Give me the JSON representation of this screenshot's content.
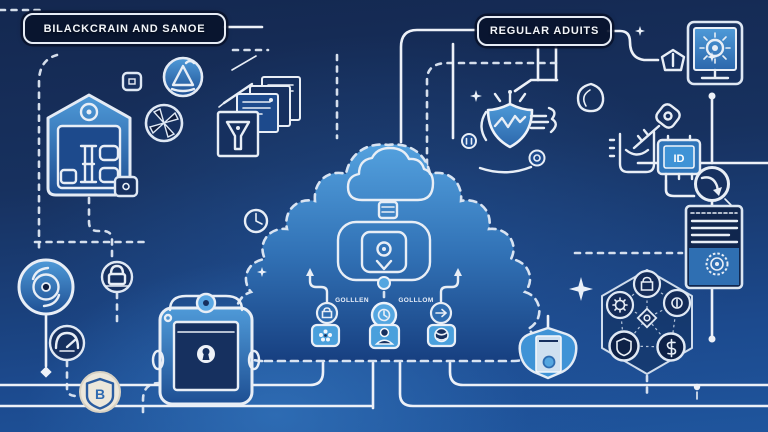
{
  "palette": {
    "background_top": "#142850",
    "background_bottom": "#1f559d",
    "line_white": "#edf1f8",
    "accent_blue": "#4aa0dc",
    "panel_navy": "#0e1c3d",
    "cloud_fill_top": "#4f9cda",
    "cloud_fill_bottom": "#1a4485",
    "badge_cream": "#ece7db"
  },
  "boxes": {
    "left_label": "BILACKCRAIN AND SANOE",
    "right_label": "REGULAR ADUITS"
  },
  "cloud": {
    "label_left": "GOLLLEN",
    "label_right": "GOLLLOM"
  },
  "chips": {
    "id_label": "ID"
  },
  "badge": {
    "letter": "B"
  },
  "icons": [
    "cloud-icon",
    "padlock-icon",
    "shield-check-icon",
    "key-icon",
    "tablet-sunburst-icon",
    "certificate-icon",
    "hexagon-network-icon",
    "aperture-camera-icon",
    "gauge-icon",
    "vault-camera-icon",
    "document-stack-icon",
    "funnel-document-icon",
    "house-monitor-icon",
    "prism-circle-icon",
    "pinwheel-circle-icon",
    "clock-icon",
    "letter-badge-icon",
    "id-chip-icon",
    "redirect-arrow-icon",
    "document-badge-icon",
    "sparkle-icon",
    "coin-icon"
  ]
}
